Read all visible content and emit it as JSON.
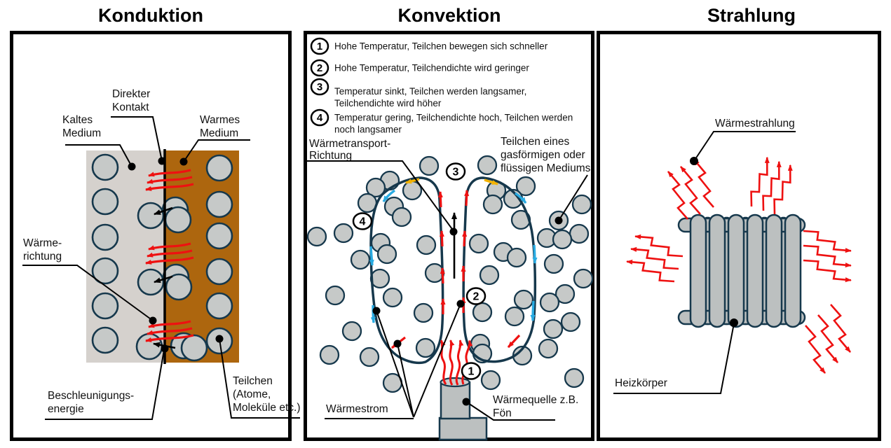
{
  "titles": {
    "konduktion": "Konduktion",
    "konvektion": "Konvektion",
    "strahlung": "Strahlung"
  },
  "konduktion": {
    "kaltes_medium_1": "Kaltes",
    "kaltes_medium_2": "Medium",
    "direkter_kontakt_1": "Direkter",
    "direkter_kontakt_2": "Kontakt",
    "warmes_medium_1": "Warmes",
    "warmes_medium_2": "Medium",
    "waerme_richtung_1": "Wärme-",
    "waerme_richtung_2": "richtung",
    "beschleunigung_1": "Beschleunigungs-",
    "beschleunigung_2": "energie",
    "teilchen_1": "Teilchen",
    "teilchen_2": "(Atome,",
    "teilchen_3": "Moleküle etc.)"
  },
  "konvektion": {
    "legend1_num": "1",
    "legend1": "Hohe Temperatur, Teilchen bewegen sich schneller",
    "legend2_num": "2",
    "legend2": "Hohe Temperatur, Teilchendichte wird geringer",
    "legend3_num": "3",
    "legend3a": "Temperatur sinkt, Teilchen werden langsamer,",
    "legend3b": "Teilchendichte wird höher",
    "legend4_num": "4",
    "legend4a": "Temperatur gering, Teilchendichte hoch, Teilchen werden",
    "legend4b": "noch langsamer",
    "waermetransport_1": "Wärmetransport-",
    "waermetransport_2": "Richtung",
    "teilchen_medium_1": "Teilchen eines",
    "teilchen_medium_2": "gasförmigen oder",
    "teilchen_medium_3": "flüssigen Mediums",
    "waermestrom": "Wärmestrom",
    "waermequelle_1": "Wärmequelle z.B.",
    "waermequelle_2": "Fön",
    "num1": "1",
    "num2": "2",
    "num3": "3",
    "num4": "4"
  },
  "strahlung": {
    "waermestrahlung": "Wärmestrahlung",
    "heizkoerper": "Heizkörper"
  },
  "colors": {
    "warm_medium_orange": "#ad660e",
    "cold_medium_gray": "#d5d1cd",
    "particle_gray": "#c6c9c8",
    "outline_navy": "#16384c",
    "heat_red": "#ee1111",
    "cool_blue": "#29abe2",
    "transition_yellow": "#f2b200",
    "metal_gray": "#bcc0c0",
    "black": "#000000"
  }
}
